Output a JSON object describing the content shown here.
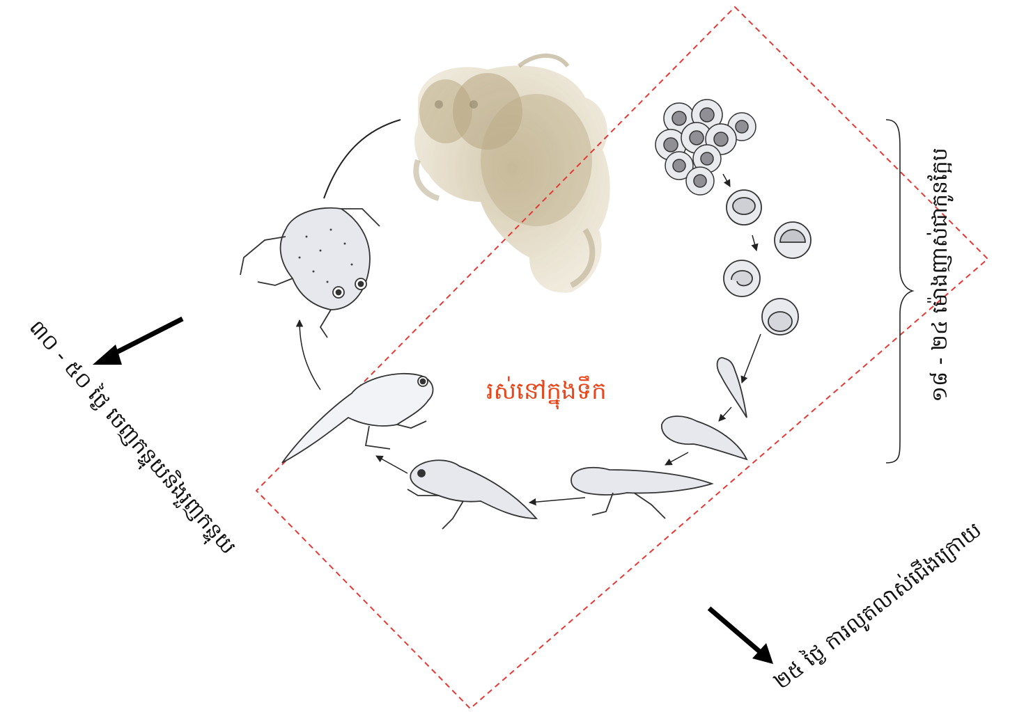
{
  "diagram": {
    "center_label": "រស់នៅក្នុងទឹក",
    "right_label": "១៨ - ២៤ ម៉ោងញាស់ជាកូនក្អែប",
    "bottom_right_label": "២៥ ថ្ងៃ ការលូតលាស់ជើងក្រោយ",
    "left_label": "៣០ - ៥០ ថ្ងៃ ចេញកន្ទុយនិងរួញកន្ទុយ"
  },
  "colors": {
    "center_label": "#e8471c",
    "dashed_frame": "#e53935",
    "line_art": "#222222",
    "body_fill": "#e6e8ee",
    "egg_fill": "#e9eaee",
    "egg_yolk": "#8f8f95",
    "adult_photo": "#c6b58c"
  },
  "icons": [
    "adult-toads-photo",
    "egg-cluster-icon",
    "embryo-icon",
    "tadpole-icon",
    "froglet-icon",
    "young-frog-icon",
    "arrow-icon"
  ]
}
